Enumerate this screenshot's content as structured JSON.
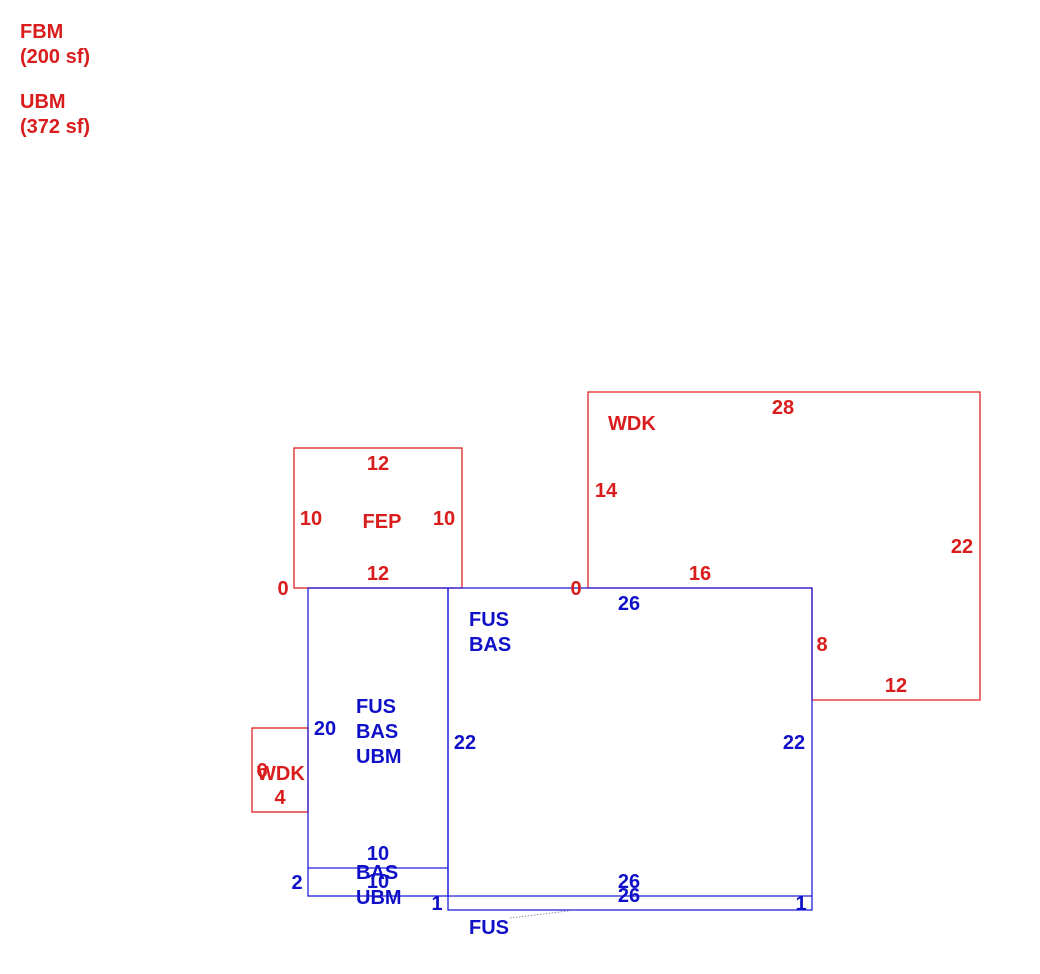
{
  "legend": [
    {
      "code": "FBM",
      "area": "(200 sf)"
    },
    {
      "code": "UBM",
      "area": "(372 sf)"
    }
  ],
  "colors": {
    "upper_area": "#d91c1c",
    "main_area": "#1010c8"
  },
  "areas": {
    "fep": {
      "label": "FEP",
      "top": "12",
      "bottom": "12",
      "left": "10",
      "right": "10"
    },
    "wdk_top": {
      "label": "WDK",
      "top": "28",
      "left": "14",
      "right": "22",
      "bottom_left": "16",
      "bottom_right": "12",
      "step": "8"
    },
    "wdk_small": {
      "label": "WDK",
      "side": "6",
      "bottom": "4"
    },
    "zero_left": "0",
    "zero_right": "0",
    "left_block": {
      "lines": [
        "FUS",
        "BAS",
        "UBM"
      ],
      "left": "20",
      "right": "22"
    },
    "main_block": {
      "lines": [
        "FUS",
        "BAS"
      ],
      "top": "26",
      "right": "22"
    },
    "bottom_strip_left": {
      "lines": [
        "BAS",
        "UBM"
      ],
      "top": "10",
      "bottom": "10",
      "side": "2"
    },
    "bottom_strip_main": {
      "top": "26",
      "bottom": "26",
      "left": "1",
      "right": "1"
    },
    "fus_bottom": {
      "label": "FUS"
    }
  }
}
